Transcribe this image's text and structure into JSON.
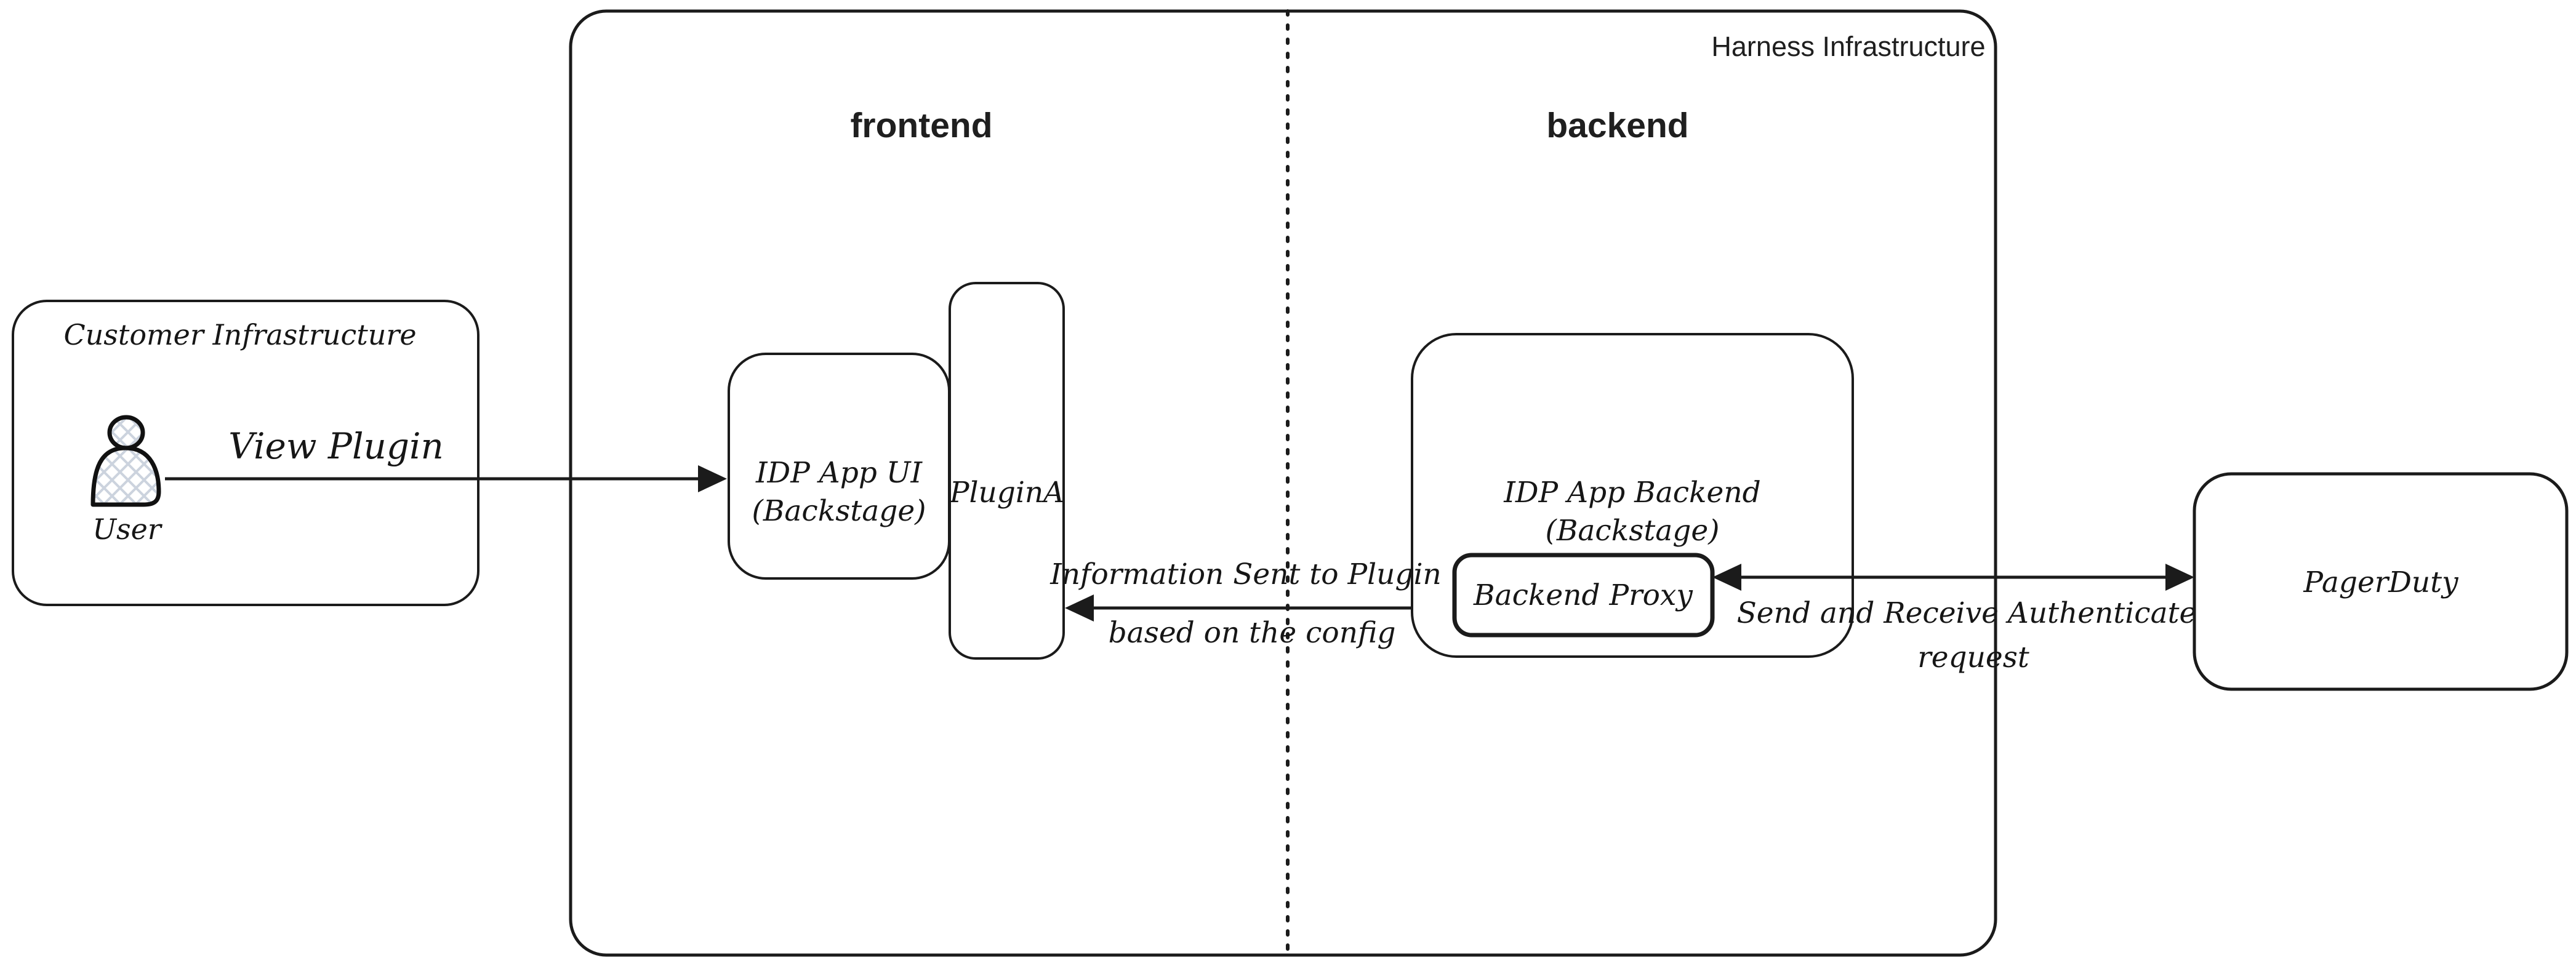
{
  "diagram": {
    "harness": {
      "label": "Harness Infrastructure"
    },
    "sections": {
      "frontend_label": "frontend",
      "backend_label": "backend"
    },
    "customer": {
      "label": "Customer Infrastructure",
      "user_label": "User"
    },
    "boxes": {
      "idp_app_ui": {
        "line1": "IDP App UI",
        "line2": "(Backstage)"
      },
      "plugin_a": {
        "label": "PluginA"
      },
      "idp_app_backend": {
        "line1": "IDP App Backend",
        "line2": "(Backstage)"
      },
      "backend_proxy": {
        "label": "Backend Proxy"
      },
      "pagerduty": {
        "label": "PagerDuty",
        "fill": "#a5d8ff"
      }
    },
    "arrows": {
      "view_plugin": {
        "label": "View Plugin"
      },
      "info_to_plugin": {
        "line1": "Information Sent to Plugin",
        "line2": "based on the config"
      },
      "auth_request": {
        "line1": "Send and Receive Authenticated",
        "line2": "request"
      }
    },
    "colors": {
      "stroke": "#1b1b1b",
      "hatch": "#ccd3de",
      "pagerduty_fill": "#a5d8ff"
    }
  }
}
